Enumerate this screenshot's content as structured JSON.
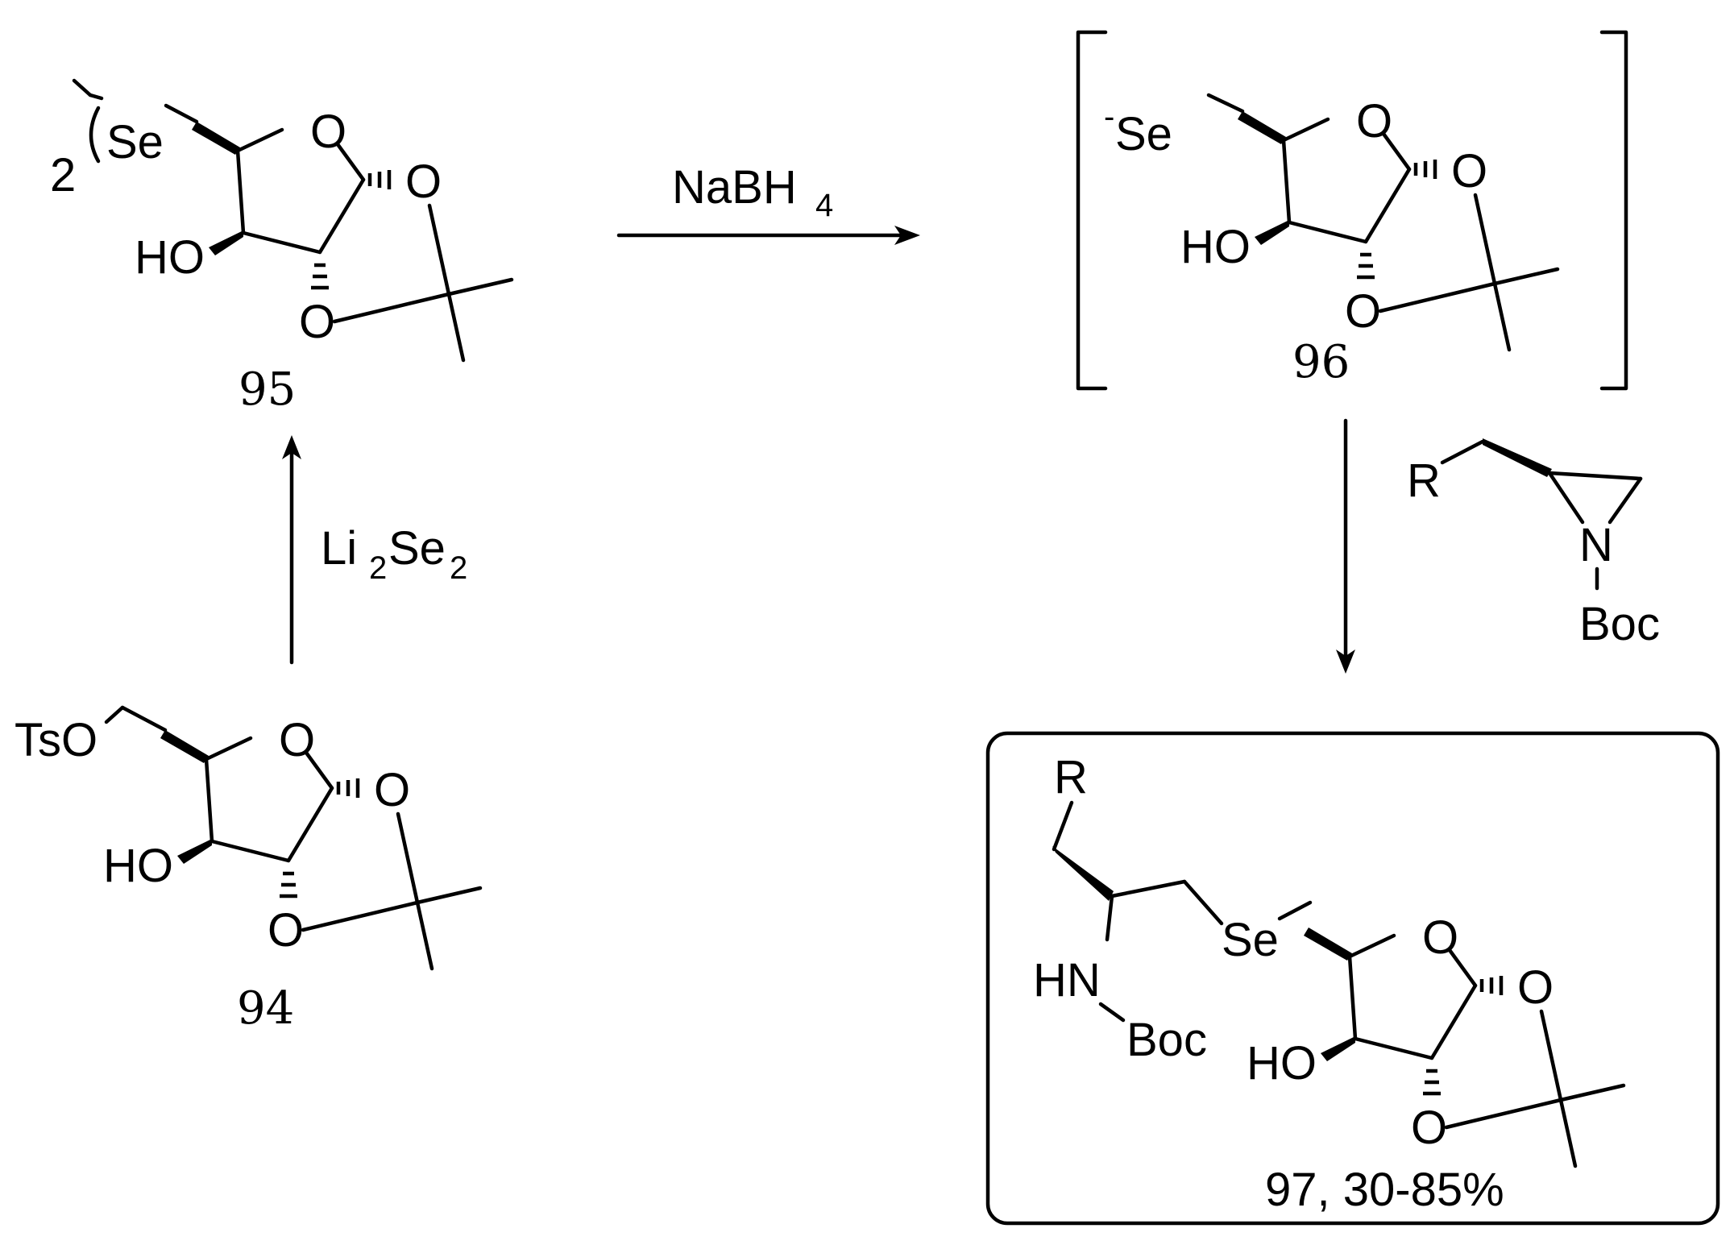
{
  "reagents": {
    "step1": "Li",
    "step1_sub1": "2",
    "step1_mid": "Se",
    "step1_sub2": "2",
    "step2": "NaBH",
    "step2_sub": "4"
  },
  "compounds": {
    "c94": {
      "label": "94",
      "substituent": "TsO"
    },
    "c95": {
      "label": "95",
      "substituent": "Se",
      "multiplier": "2"
    },
    "c96": {
      "label": "96",
      "substituent": "Se",
      "charge": "-"
    },
    "c97": {
      "label": "97, 30-85%"
    }
  },
  "aziridine": {
    "r": "R",
    "n": "N",
    "pg": "Boc"
  },
  "product": {
    "r": "R",
    "nh": "HN",
    "pg": "Boc",
    "se": "Se"
  },
  "atoms": {
    "o": "O",
    "ho": "HO"
  }
}
